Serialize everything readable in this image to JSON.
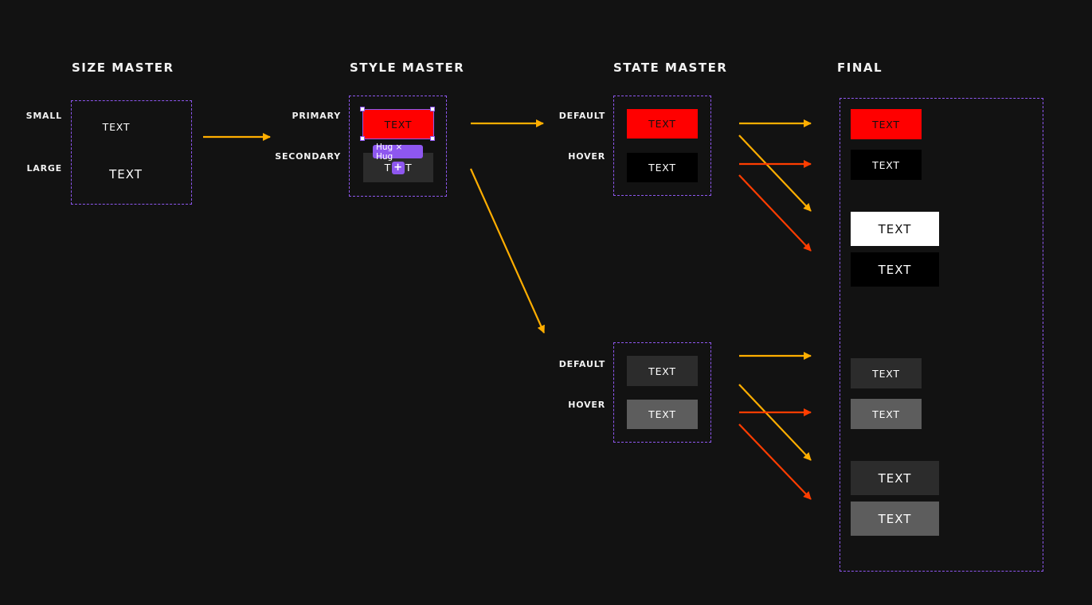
{
  "headings": {
    "size_master": "SIZE MASTER",
    "style_master": "STYLE MASTER",
    "state_master": "STATE MASTER",
    "final": "FINAL"
  },
  "size_master": {
    "small_label": "SMALL",
    "large_label": "LARGE",
    "small_text": "TEXT",
    "large_text": "TEXT"
  },
  "style_master": {
    "primary_label": "PRIMARY",
    "secondary_label": "SECONDARY",
    "primary_text": "TEXT",
    "secondary_text_left": "T",
    "secondary_text_right": "T",
    "hug_tag": "Hug × Hug",
    "plus_icon": "+"
  },
  "state_master_primary": {
    "default_label": "DEFAULT",
    "hover_label": "HOVER",
    "default_text": "TEXT",
    "hover_text": "TEXT"
  },
  "state_master_secondary": {
    "default_label": "DEFAULT",
    "hover_label": "HOVER",
    "default_text": "TEXT",
    "hover_text": "TEXT"
  },
  "final": {
    "primary_small_default": "TEXT",
    "primary_small_hover": "TEXT",
    "primary_large_default": "TEXT",
    "primary_large_hover": "TEXT",
    "secondary_small_default": "TEXT",
    "secondary_small_hover": "TEXT",
    "secondary_large_default": "TEXT",
    "secondary_large_hover": "TEXT"
  },
  "colors": {
    "frame_border": "#8e57ef",
    "arrow_orange": "#ffae00",
    "arrow_red": "#ff3d00",
    "primary_red": "#ff0000"
  }
}
